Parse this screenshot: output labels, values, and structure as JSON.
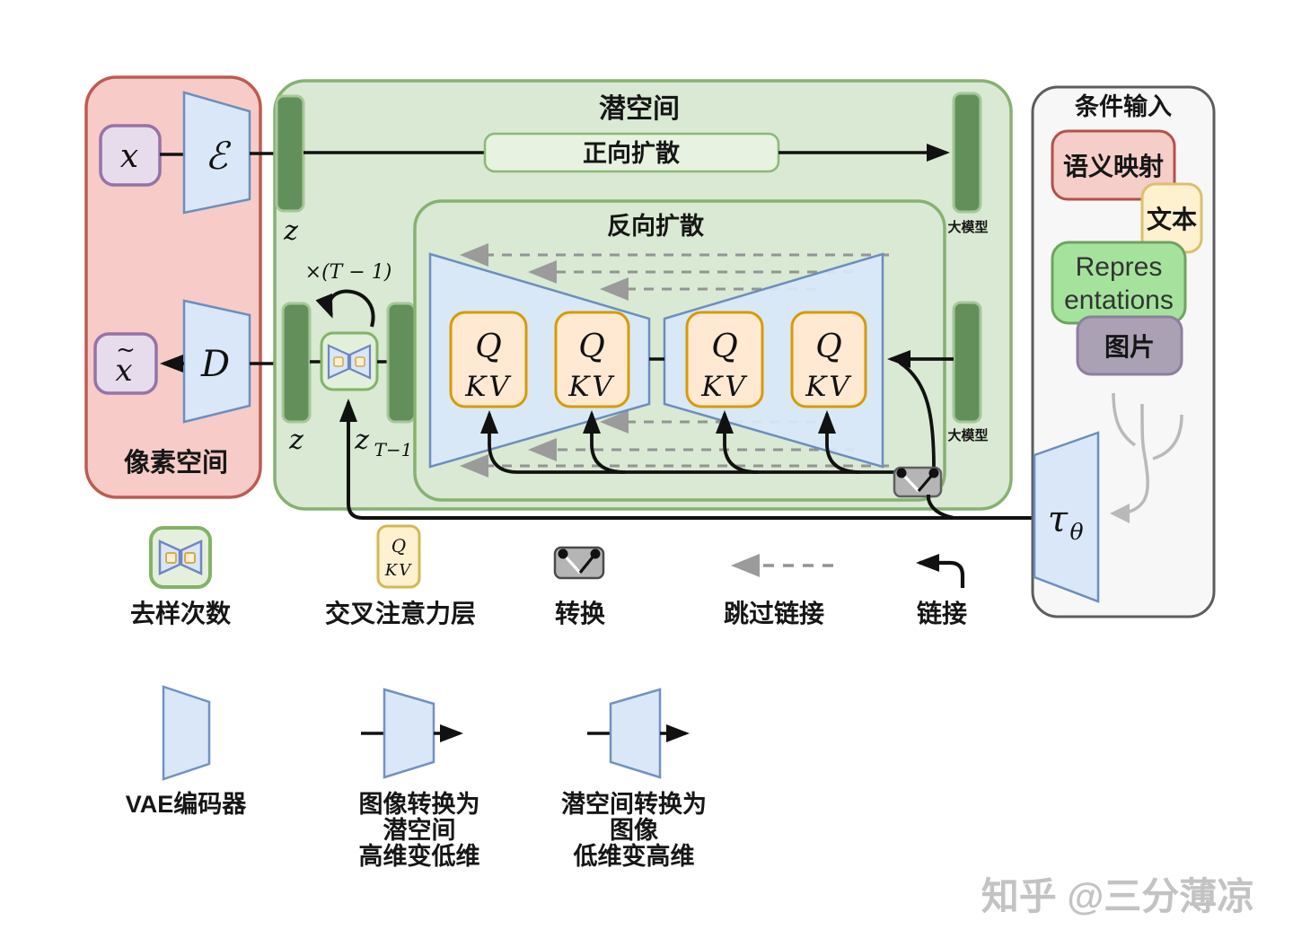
{
  "pixel_space": {
    "title": "像素空间",
    "x_label": "x",
    "x_tilde_label": "x",
    "tilde_mark": "~",
    "encoder_label": "ℰ",
    "decoder_label": "D"
  },
  "latent_space": {
    "title": "潜空间",
    "forward_label": "正向扩散",
    "reverse_label": "反向扩散",
    "z_top_label": "z",
    "z_mid_label": "z",
    "zt1_main": "z",
    "zt1_sub": "T−1",
    "loop_label": "×(T − 1)",
    "big_model_top": "大模型",
    "big_model_right": "大模型",
    "q_label": "Q",
    "kv_label": "KV"
  },
  "conditioning": {
    "title": "条件输入",
    "semantic_label": "语义映射",
    "text_label": "文本",
    "repr_line1": "Repres",
    "repr_line2": "entations",
    "image_label": "图片",
    "tau_main": "τ",
    "tau_sub": "θ"
  },
  "legend": {
    "denoise_label": "去样次数",
    "cross_attn_label": "交叉注意力层",
    "cross_q": "Q",
    "cross_kv": "KV",
    "switch_label": "转换",
    "skip_label": "跳过链接",
    "link_label": "链接"
  },
  "bottom_legend": {
    "vae_label": "VAE编码器",
    "img2latent": [
      "图像转换为",
      "潜空间",
      "高维变低维"
    ],
    "latent2img": [
      "潜空间转换为",
      "图像",
      "低维变高维"
    ]
  },
  "watermark": "知乎 @三分薄凉",
  "colors": {
    "pixel_panel_fill": "#f6cbc8",
    "pixel_panel_stroke": "#bd5b52",
    "green_panel_fill": "#d9e9d3",
    "green_panel_stroke": "#87b171",
    "blue_fill": "#d9e7f8",
    "blue_stroke": "#6c8ebf",
    "qkv_fill": "#ffe9d3",
    "qkv_stroke": "#d79b00",
    "yellow_fill": "#fdf1cf",
    "yellow_stroke": "#d6b656",
    "purple_fill": "#e6dcec",
    "purple_stroke": "#9673a6",
    "dark_bar_fill": "#63905a",
    "dark_bar_stroke": "#a5c79a",
    "repr_fill": "#a5e39d",
    "image_box_fill": "#aaa1b4",
    "cond_panel_fill": "#f7f7f7",
    "gray_arrow": "#9b9b9b"
  }
}
